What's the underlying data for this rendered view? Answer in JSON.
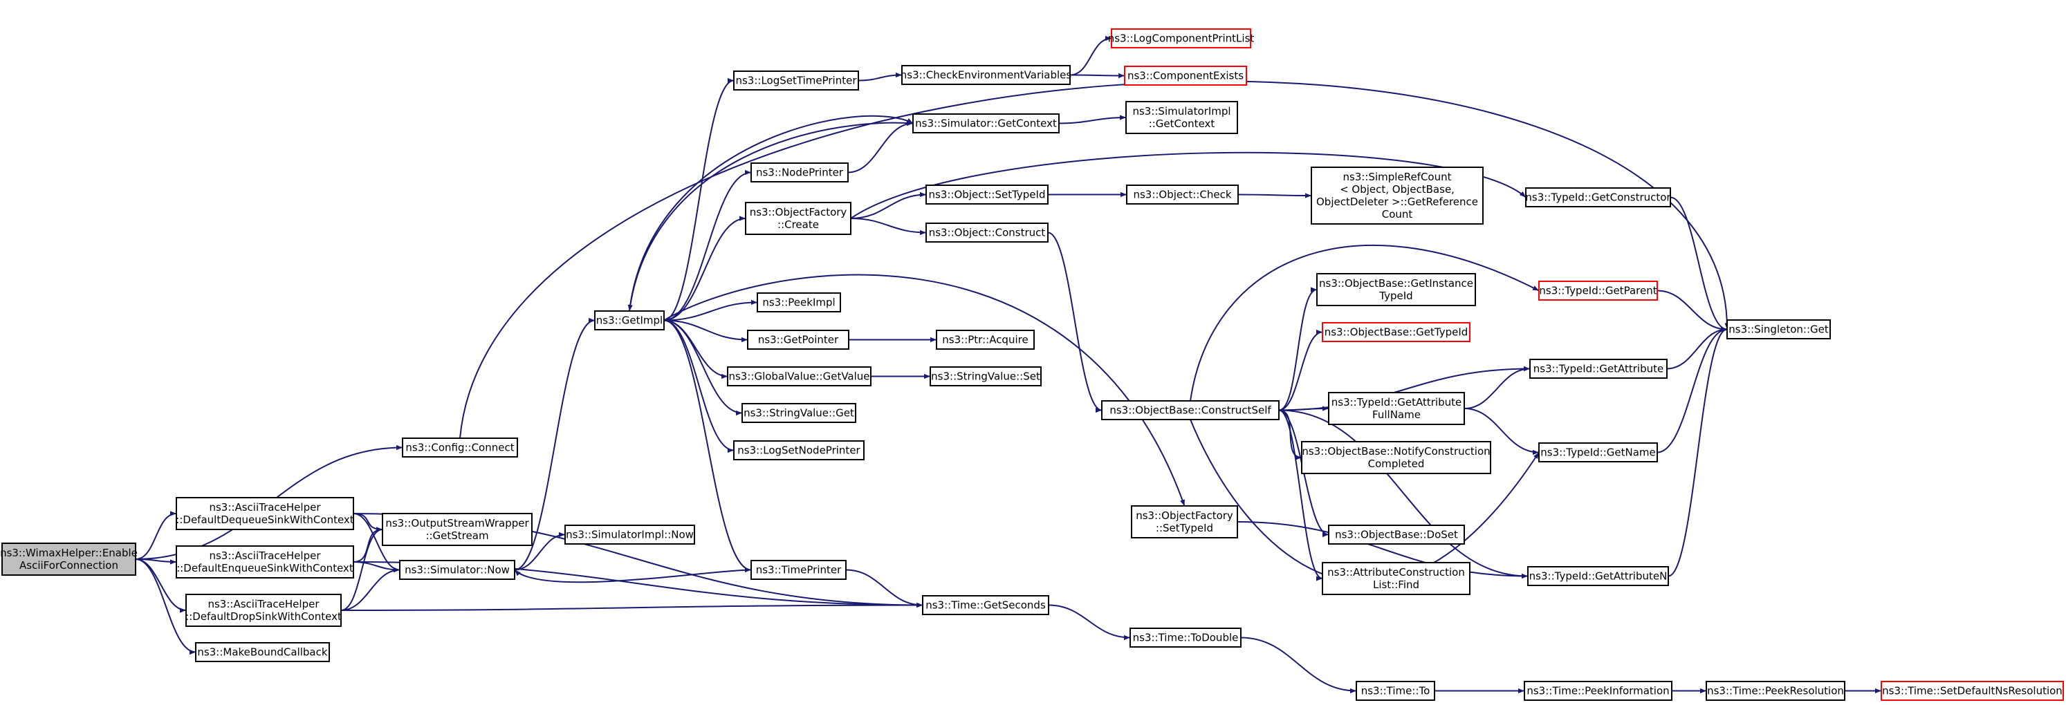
{
  "colors": {
    "edge": "#191970",
    "node_border": "#000000",
    "node_border_truncated": "#ff0000",
    "root_fill": "#bfbfbf",
    "node_fill": "#ffffff"
  },
  "nodes": [
    {
      "id": "root",
      "lines": [
        "ns3::WimaxHelper::Enable",
        "AsciiForConnection"
      ],
      "kind": "root"
    },
    {
      "id": "configConnect",
      "lines": [
        "ns3::Config::Connect"
      ]
    },
    {
      "id": "dequeue",
      "lines": [
        "ns3::AsciiTraceHelper",
        "::DefaultDequeueSinkWithContext"
      ]
    },
    {
      "id": "enqueue",
      "lines": [
        "ns3::AsciiTraceHelper",
        "::DefaultEnqueueSinkWithContext"
      ]
    },
    {
      "id": "drop",
      "lines": [
        "ns3::AsciiTraceHelper",
        "::DefaultDropSinkWithContext"
      ]
    },
    {
      "id": "bound",
      "lines": [
        "ns3::MakeBoundCallback"
      ]
    },
    {
      "id": "osw",
      "lines": [
        "ns3::OutputStreamWrapper",
        "::GetStream"
      ]
    },
    {
      "id": "simNow",
      "lines": [
        "ns3::Simulator::Now"
      ]
    },
    {
      "id": "simImplNow",
      "lines": [
        "ns3::SimulatorImpl::Now"
      ]
    },
    {
      "id": "getImpl",
      "lines": [
        "ns3::GetImpl"
      ]
    },
    {
      "id": "logSetTime",
      "lines": [
        "ns3::LogSetTimePrinter"
      ]
    },
    {
      "id": "checkEnv",
      "lines": [
        "ns3::CheckEnvironmentVariables"
      ]
    },
    {
      "id": "logCompPrint",
      "lines": [
        "ns3::LogComponentPrintList"
      ],
      "kind": "truncated"
    },
    {
      "id": "compExists",
      "lines": [
        "ns3::ComponentExists"
      ],
      "kind": "truncated"
    },
    {
      "id": "simGetCtx",
      "lines": [
        "ns3::Simulator::GetContext"
      ]
    },
    {
      "id": "simImplGetCtx",
      "lines": [
        "ns3::SimulatorImpl",
        "::GetContext"
      ]
    },
    {
      "id": "nodePrinter",
      "lines": [
        "ns3::NodePrinter"
      ]
    },
    {
      "id": "objFactCreate",
      "lines": [
        "ns3::ObjectFactory",
        "::Create"
      ]
    },
    {
      "id": "objSetTypeId",
      "lines": [
        "ns3::Object::SetTypeId"
      ]
    },
    {
      "id": "objCheck",
      "lines": [
        "ns3::Object::Check"
      ]
    },
    {
      "id": "simpleRef",
      "lines": [
        "ns3::SimpleRefCount",
        "< Object, ObjectBase,",
        "ObjectDeleter >::GetReference",
        "Count"
      ]
    },
    {
      "id": "objConstruct",
      "lines": [
        "ns3::Object::Construct"
      ]
    },
    {
      "id": "peekImpl",
      "lines": [
        "ns3::PeekImpl"
      ]
    },
    {
      "id": "getPointer",
      "lines": [
        "ns3::GetPointer"
      ]
    },
    {
      "id": "ptrAcquire",
      "lines": [
        "ns3::Ptr::Acquire"
      ]
    },
    {
      "id": "gvGetValue",
      "lines": [
        "ns3::GlobalValue::GetValue"
      ]
    },
    {
      "id": "strValSet",
      "lines": [
        "ns3::StringValue::Set"
      ]
    },
    {
      "id": "strValGet",
      "lines": [
        "ns3::StringValue::Get"
      ]
    },
    {
      "id": "logSetNode",
      "lines": [
        "ns3::LogSetNodePrinter"
      ]
    },
    {
      "id": "timePrinter",
      "lines": [
        "ns3::TimePrinter"
      ]
    },
    {
      "id": "getSeconds",
      "lines": [
        "ns3::Time::GetSeconds"
      ]
    },
    {
      "id": "toDouble",
      "lines": [
        "ns3::Time::ToDouble"
      ]
    },
    {
      "id": "timeTo",
      "lines": [
        "ns3::Time::To"
      ]
    },
    {
      "id": "peekInfo",
      "lines": [
        "ns3::Time::PeekInformation"
      ]
    },
    {
      "id": "peekRes",
      "lines": [
        "ns3::Time::PeekResolution"
      ]
    },
    {
      "id": "setDefNs",
      "lines": [
        "ns3::Time::SetDefaultNsResolution"
      ],
      "kind": "truncated"
    },
    {
      "id": "constructSelf",
      "lines": [
        "ns3::ObjectBase::ConstructSelf"
      ]
    },
    {
      "id": "objFactSetTypeId",
      "lines": [
        "ns3::ObjectFactory",
        "::SetTypeId"
      ]
    },
    {
      "id": "obGetInstance",
      "lines": [
        "ns3::ObjectBase::GetInstance",
        "TypeId"
      ]
    },
    {
      "id": "obGetTypeId",
      "lines": [
        "ns3::ObjectBase::GetTypeId"
      ],
      "kind": "truncated"
    },
    {
      "id": "tidGetAttrFull",
      "lines": [
        "ns3::TypeId::GetAttribute",
        "FullName"
      ]
    },
    {
      "id": "obNotify",
      "lines": [
        "ns3::ObjectBase::NotifyConstruction",
        "Completed"
      ]
    },
    {
      "id": "obDoSet",
      "lines": [
        "ns3::ObjectBase::DoSet"
      ]
    },
    {
      "id": "attrFind",
      "lines": [
        "ns3::AttributeConstruction",
        "List::Find"
      ]
    },
    {
      "id": "tidGetCtor",
      "lines": [
        "ns3::TypeId::GetConstructor"
      ]
    },
    {
      "id": "tidGetParent",
      "lines": [
        "ns3::TypeId::GetParent"
      ],
      "kind": "truncated"
    },
    {
      "id": "singletonGet",
      "lines": [
        "ns3::Singleton::Get"
      ]
    },
    {
      "id": "tidGetAttr",
      "lines": [
        "ns3::TypeId::GetAttribute"
      ]
    },
    {
      "id": "tidGetName",
      "lines": [
        "ns3::TypeId::GetName"
      ]
    },
    {
      "id": "tidGetAttrN",
      "lines": [
        "ns3::TypeId::GetAttributeN"
      ]
    }
  ],
  "edges": [
    [
      "root",
      "configConnect"
    ],
    [
      "root",
      "dequeue"
    ],
    [
      "root",
      "enqueue"
    ],
    [
      "root",
      "drop"
    ],
    [
      "root",
      "bound"
    ],
    [
      "configConnect",
      "singletonGet"
    ],
    [
      "dequeue",
      "osw"
    ],
    [
      "dequeue",
      "simNow"
    ],
    [
      "dequeue",
      "getSeconds"
    ],
    [
      "enqueue",
      "osw"
    ],
    [
      "enqueue",
      "simNow"
    ],
    [
      "enqueue",
      "getSeconds"
    ],
    [
      "drop",
      "osw"
    ],
    [
      "drop",
      "simNow"
    ],
    [
      "drop",
      "getSeconds"
    ],
    [
      "simNow",
      "simImplNow"
    ],
    [
      "simNow",
      "getImpl"
    ],
    [
      "getImpl",
      "logSetTime"
    ],
    [
      "getImpl",
      "simGetCtx"
    ],
    [
      "getImpl",
      "nodePrinter"
    ],
    [
      "getImpl",
      "objFactCreate"
    ],
    [
      "getImpl",
      "peekImpl"
    ],
    [
      "getImpl",
      "getPointer"
    ],
    [
      "getImpl",
      "gvGetValue"
    ],
    [
      "getImpl",
      "strValGet"
    ],
    [
      "getImpl",
      "logSetNode"
    ],
    [
      "getImpl",
      "timePrinter"
    ],
    [
      "getImpl",
      "objFactSetTypeId"
    ],
    [
      "logSetTime",
      "checkEnv"
    ],
    [
      "checkEnv",
      "logCompPrint"
    ],
    [
      "checkEnv",
      "compExists"
    ],
    [
      "simGetCtx",
      "getImpl"
    ],
    [
      "simGetCtx",
      "simImplGetCtx"
    ],
    [
      "nodePrinter",
      "simGetCtx"
    ],
    [
      "objFactCreate",
      "objSetTypeId"
    ],
    [
      "objFactCreate",
      "objConstruct"
    ],
    [
      "objFactCreate",
      "tidGetCtor"
    ],
    [
      "objSetTypeId",
      "objCheck"
    ],
    [
      "objCheck",
      "simpleRef"
    ],
    [
      "objConstruct",
      "constructSelf"
    ],
    [
      "getPointer",
      "ptrAcquire"
    ],
    [
      "gvGetValue",
      "strValSet"
    ],
    [
      "timePrinter",
      "simNow"
    ],
    [
      "timePrinter",
      "getSeconds"
    ],
    [
      "getSeconds",
      "toDouble"
    ],
    [
      "toDouble",
      "timeTo"
    ],
    [
      "timeTo",
      "peekInfo"
    ],
    [
      "peekInfo",
      "peekRes"
    ],
    [
      "peekRes",
      "setDefNs"
    ],
    [
      "objFactSetTypeId",
      "tidGetAttrN"
    ],
    [
      "constructSelf",
      "tidGetParent"
    ],
    [
      "constructSelf",
      "obGetInstance"
    ],
    [
      "constructSelf",
      "obGetTypeId"
    ],
    [
      "constructSelf",
      "tidGetAttr"
    ],
    [
      "constructSelf",
      "tidGetAttrFull"
    ],
    [
      "constructSelf",
      "obNotify"
    ],
    [
      "constructSelf",
      "tidGetName"
    ],
    [
      "constructSelf",
      "obDoSet"
    ],
    [
      "constructSelf",
      "attrFind"
    ],
    [
      "constructSelf",
      "tidGetAttrN"
    ],
    [
      "tidGetAttrFull",
      "tidGetAttr"
    ],
    [
      "tidGetAttrFull",
      "tidGetName"
    ],
    [
      "tidGetCtor",
      "singletonGet"
    ],
    [
      "tidGetParent",
      "singletonGet"
    ],
    [
      "tidGetAttr",
      "singletonGet"
    ],
    [
      "tidGetName",
      "singletonGet"
    ],
    [
      "tidGetAttrN",
      "singletonGet"
    ]
  ]
}
